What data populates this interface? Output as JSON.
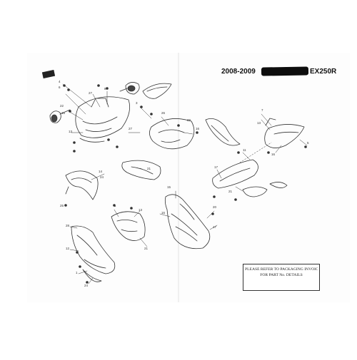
{
  "header": {
    "year_range": "2008-2009",
    "model": "EX250R"
  },
  "notice": {
    "line1": "PLEASE REFER TO PACKAGING INVOICE",
    "line2": "FOR PART No. DETAILS"
  },
  "colors": {
    "paper": "#fdfdfd",
    "ink": "#333333",
    "redaction": "#0d0d0d"
  }
}
